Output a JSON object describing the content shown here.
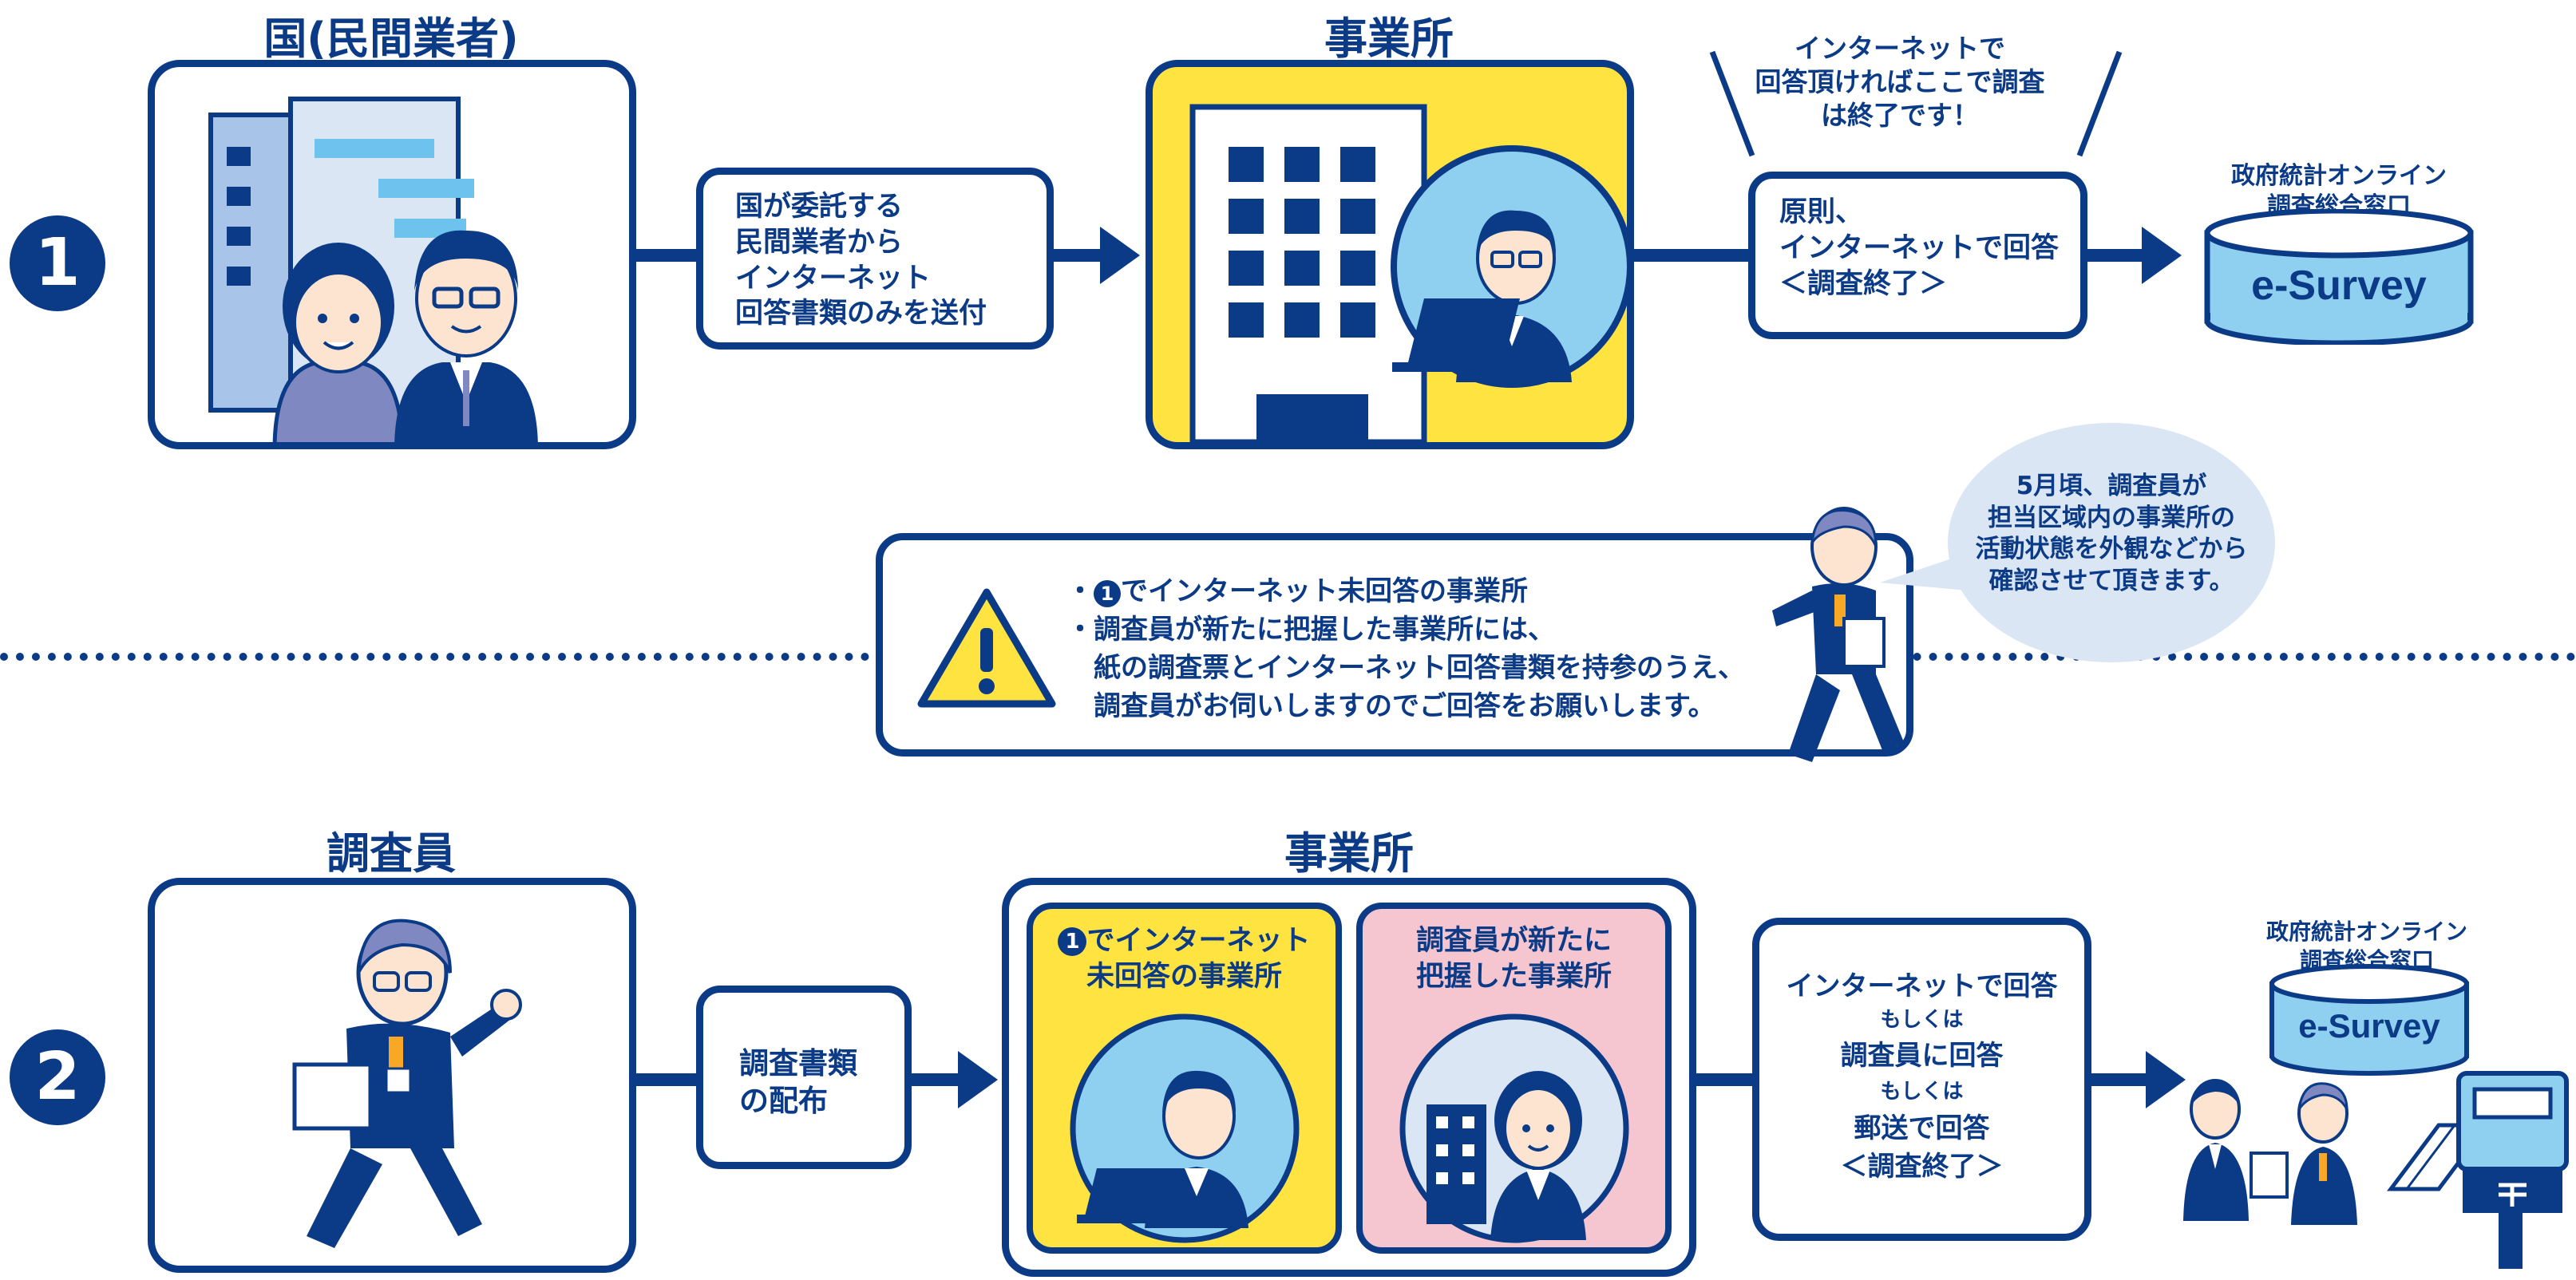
{
  "colors": {
    "navy": "#0b3a86",
    "yellow": "#ffe341",
    "pink": "#f5c6d0",
    "light_blue": "#8fcff0",
    "pale_blue": "#dbe6f4"
  },
  "step1": {
    "number": "1",
    "gov_label": "国(民間業者)",
    "send_text": "国が委託する\n民間業者から\nインターネット\n回答書類のみを送付",
    "office_label": "事業所",
    "callout": "インターネットで\n回答頂ければここで調査\nは終了です！",
    "answer_text": "原則、\nインターネットで回答\n＜調査終了＞",
    "esurvey_label": "政府統計オンライン\n調査総合窓口",
    "esurvey_logo": "e-Survey"
  },
  "notice": {
    "line1_badge": "1",
    "line1": "でインターネット未回答の事業所",
    "line2": "調査員が新たに把握した事業所には、",
    "line3": "紙の調査票とインターネット回答書類を持参のうえ、",
    "line4": "調査員がお伺いしますのでご回答をお願いします。",
    "bubble": "5月頃、調査員が\n担当区域内の事業所の\n活動状態を外観などから\n確認させて頂きます。"
  },
  "step2": {
    "number": "2",
    "investigator_label": "調査員",
    "dist_text": "調査書類\nの配布",
    "office_label": "事業所",
    "yellow_badge": "1",
    "yellow_label": "でインターネット\n未回答の事業所",
    "pink_label": "調査員が新たに\n把握した事業所",
    "answer_a": "インターネットで回答",
    "answer_or1": "もしくは",
    "answer_b": "調査員に回答",
    "answer_or2": "もしくは",
    "answer_c": "郵送で回答",
    "answer_end": "＜調査終了＞",
    "esurvey_label": "政府統計オンライン\n調査総合窓口",
    "esurvey_logo": "e-Survey"
  }
}
